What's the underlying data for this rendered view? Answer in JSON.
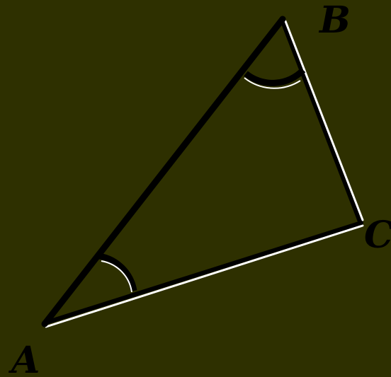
{
  "colors": {
    "background": "#2e3000",
    "edge_dark": "#000000",
    "edge_light": "#ffffff"
  },
  "vertices": [
    {
      "id": "A",
      "label": "A"
    },
    {
      "id": "B",
      "label": "B"
    },
    {
      "id": "C",
      "label": "C"
    }
  ],
  "edges": [
    {
      "id": "AB",
      "from": "A",
      "to": "B",
      "style": "thick"
    },
    {
      "id": "BC",
      "from": "B",
      "to": "C",
      "style": "highlighted"
    },
    {
      "id": "AC",
      "from": "A",
      "to": "C",
      "style": "highlighted"
    }
  ],
  "angle_marks": [
    {
      "vertex": "A"
    },
    {
      "vertex": "B"
    }
  ]
}
